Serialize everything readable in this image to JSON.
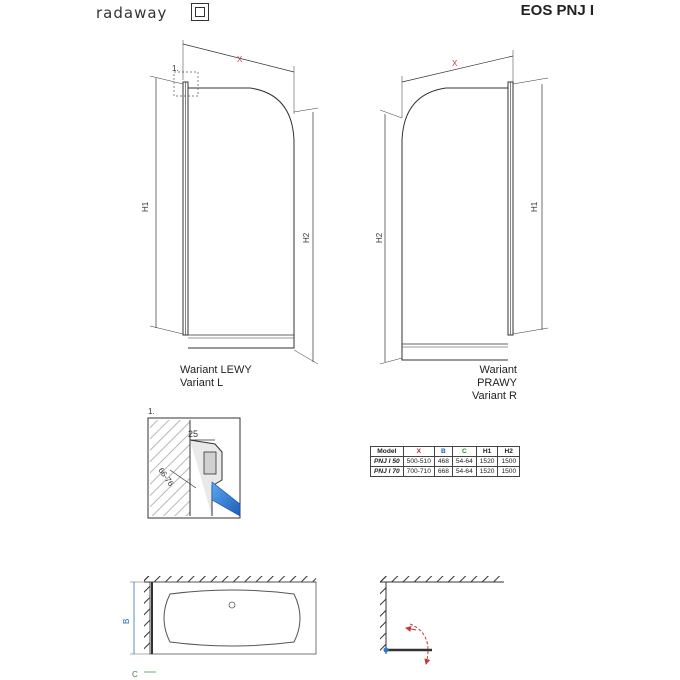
{
  "header": {
    "brand": "radaway",
    "title": "EOS PNJ I"
  },
  "variants": {
    "left": {
      "line1": "Wariant LEWY",
      "line2": "Variant L"
    },
    "right": {
      "line1": "Wariant PRAWY",
      "line2": "Variant R"
    }
  },
  "labels": {
    "x_left": "X",
    "x_right": "X",
    "h1_left": "H1",
    "h2_left": "H2",
    "h1_right": "H1",
    "h2_right": "H2",
    "detail_marker": "1.",
    "detail_title": "1.",
    "dim_25": "25",
    "dim_66_76": "66-76",
    "dim_b": "B",
    "dim_c": "C"
  },
  "spec_table": {
    "headers": [
      "Model",
      "X",
      "B",
      "C",
      "H1",
      "H2"
    ],
    "header_colors": [
      "#222222",
      "#d62020",
      "#1a5fb4",
      "#2e8b2e",
      "#222222",
      "#222222"
    ],
    "rows": [
      [
        "PNJ I 50",
        "500-510",
        "468",
        "54-64",
        "1520",
        "1500"
      ],
      [
        "PNJ I 70",
        "700-710",
        "668",
        "54-64",
        "1520",
        "1500"
      ]
    ]
  },
  "colors": {
    "line": "#333333",
    "dim_accent": "#c23a3a",
    "glass_blue": "#2a7bd6"
  }
}
